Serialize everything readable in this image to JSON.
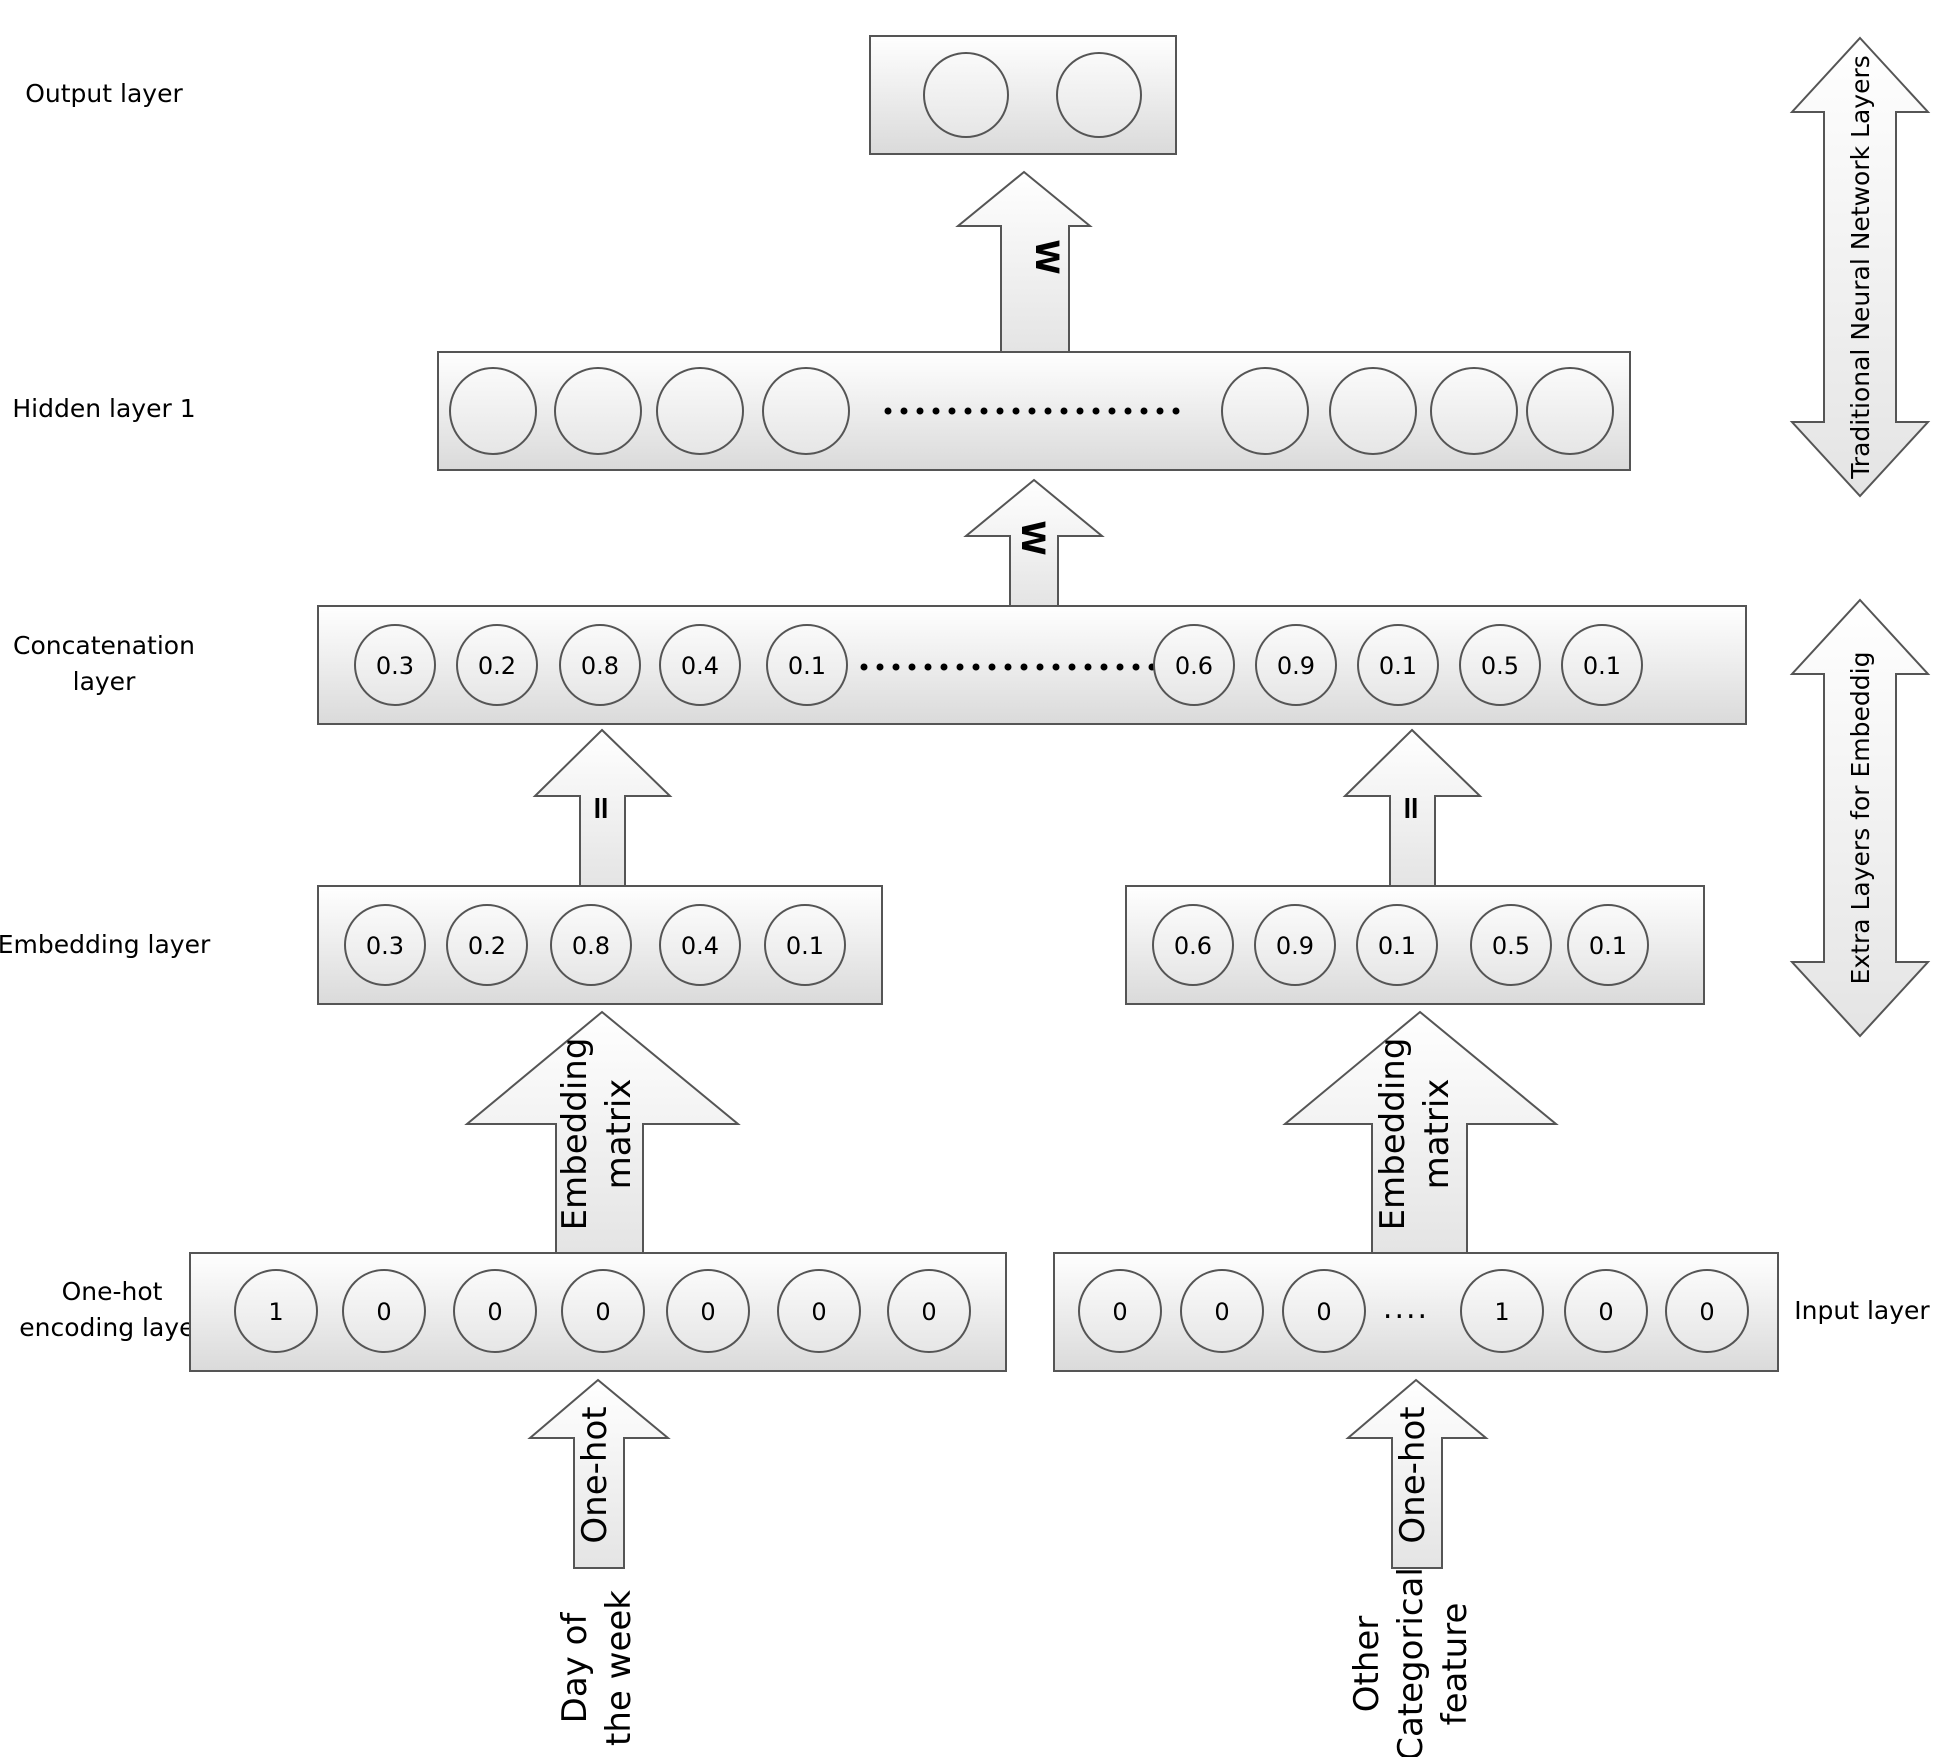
{
  "labels": {
    "output_layer": "Output layer",
    "hidden_layer": "Hidden layer 1",
    "concat_line1": "Concatenation",
    "concat_line2": "layer",
    "embedding_layer": "Embedding layer",
    "onehot_line1": "One-hot",
    "onehot_line2": "encoding layer",
    "input_layer": "Input layer",
    "traditional_layers": "Traditional Neural Network Layers",
    "extra_layers": "Extra Layers for Embeddig"
  },
  "arrows": {
    "w": "W",
    "equals": "=",
    "embedding_line1": "Embedding",
    "embedding_line2": "matrix",
    "onehot": "One-hot"
  },
  "inputs": {
    "day_line1": "Day of",
    "day_line2": "the week",
    "other_line1": "Other",
    "other_line2": "Categorical",
    "other_line3": "feature"
  },
  "layers": {
    "output_nodes": [
      "",
      ""
    ],
    "hidden_left_nodes": [
      "",
      "",
      "",
      ""
    ],
    "hidden_right_nodes": [
      "",
      "",
      "",
      ""
    ],
    "concat_left": [
      "0.3",
      "0.2",
      "0.8",
      "0.4",
      "0.1"
    ],
    "concat_right": [
      "0.6",
      "0.9",
      "0.1",
      "0.5",
      "0.1"
    ],
    "embed_left": [
      "0.3",
      "0.2",
      "0.8",
      "0.4",
      "0.1"
    ],
    "embed_right": [
      "0.6",
      "0.9",
      "0.1",
      "0.5",
      "0.1"
    ],
    "onehot_left": [
      "1",
      "0",
      "0",
      "0",
      "0",
      "0",
      "0"
    ],
    "onehot_right_a": [
      "0",
      "0",
      "0"
    ],
    "onehot_ellipsis": "....",
    "onehot_right_b": [
      "1",
      "0",
      "0"
    ]
  },
  "colors": {
    "box_top": "#ffffff",
    "box_bottom": "#dcdcdc",
    "stroke": "#444444"
  }
}
